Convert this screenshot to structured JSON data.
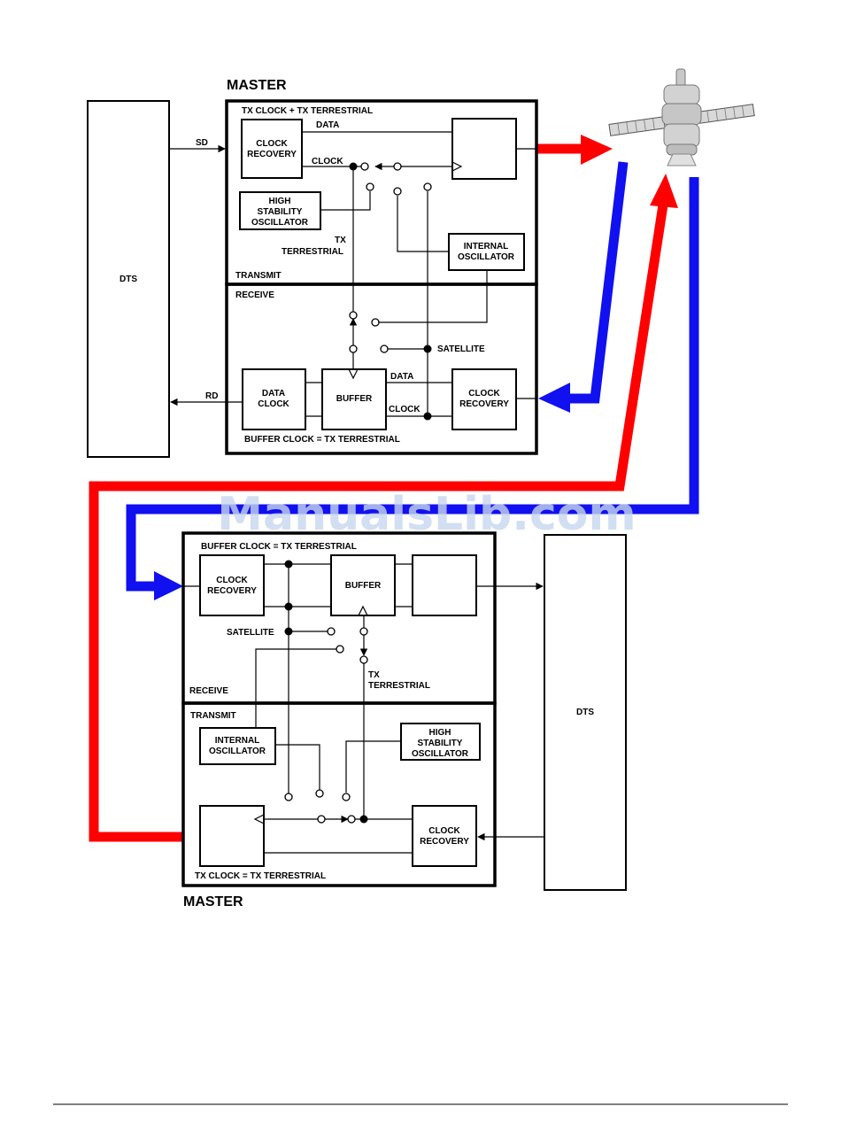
{
  "watermark": "ManualsLib.com",
  "colors": {
    "red_link": "#ff0000",
    "blue_link": "#1010f0",
    "watermark": "#c7d6ee"
  },
  "top_master": {
    "title": "MASTER",
    "transmit": {
      "header": "TX CLOCK + TX TERRESTRIAL",
      "section_label": "TRANSMIT",
      "clock_recovery": [
        "CLOCK",
        "RECOVERY"
      ],
      "data_label": "DATA",
      "clock_label": "CLOCK",
      "hso": [
        "HIGH",
        "STABILITY",
        "OSCILLATOR"
      ],
      "tx_terrestrial": [
        "TX",
        "TERRESTRIAL"
      ],
      "internal_osc": [
        "INTERNAL",
        "OSCILLATOR"
      ]
    },
    "receive": {
      "section_label": "RECEIVE",
      "satellite_label": "SATELLITE",
      "data_clock": [
        "DATA",
        "CLOCK"
      ],
      "buffer": "BUFFER",
      "data_label": "DATA",
      "clock_label": "CLOCK",
      "clock_recovery": [
        "CLOCK",
        "RECOVERY"
      ],
      "footer": "BUFFER CLOCK = TX TERRESTRIAL"
    },
    "dts": "DTS",
    "sd": "SD",
    "rd": "RD"
  },
  "bottom_master": {
    "title": "MASTER",
    "receive": {
      "header": "BUFFER CLOCK = TX TERRESTRIAL",
      "clock_recovery": [
        "CLOCK",
        "RECOVERY"
      ],
      "buffer": "BUFFER",
      "satellite_label": "SATELLITE",
      "tx_terrestrial": [
        "TX",
        "TERRESTRIAL"
      ],
      "section_label": "RECEIVE"
    },
    "transmit": {
      "section_label": "TRANSMIT",
      "internal_osc": [
        "INTERNAL",
        "OSCILLATOR"
      ],
      "hso": [
        "HIGH",
        "STABILITY",
        "OSCILLATOR"
      ],
      "clock_recovery": [
        "CLOCK",
        "RECOVERY"
      ],
      "footer": "TX CLOCK = TX TERRESTRIAL"
    },
    "dts": "DTS"
  }
}
